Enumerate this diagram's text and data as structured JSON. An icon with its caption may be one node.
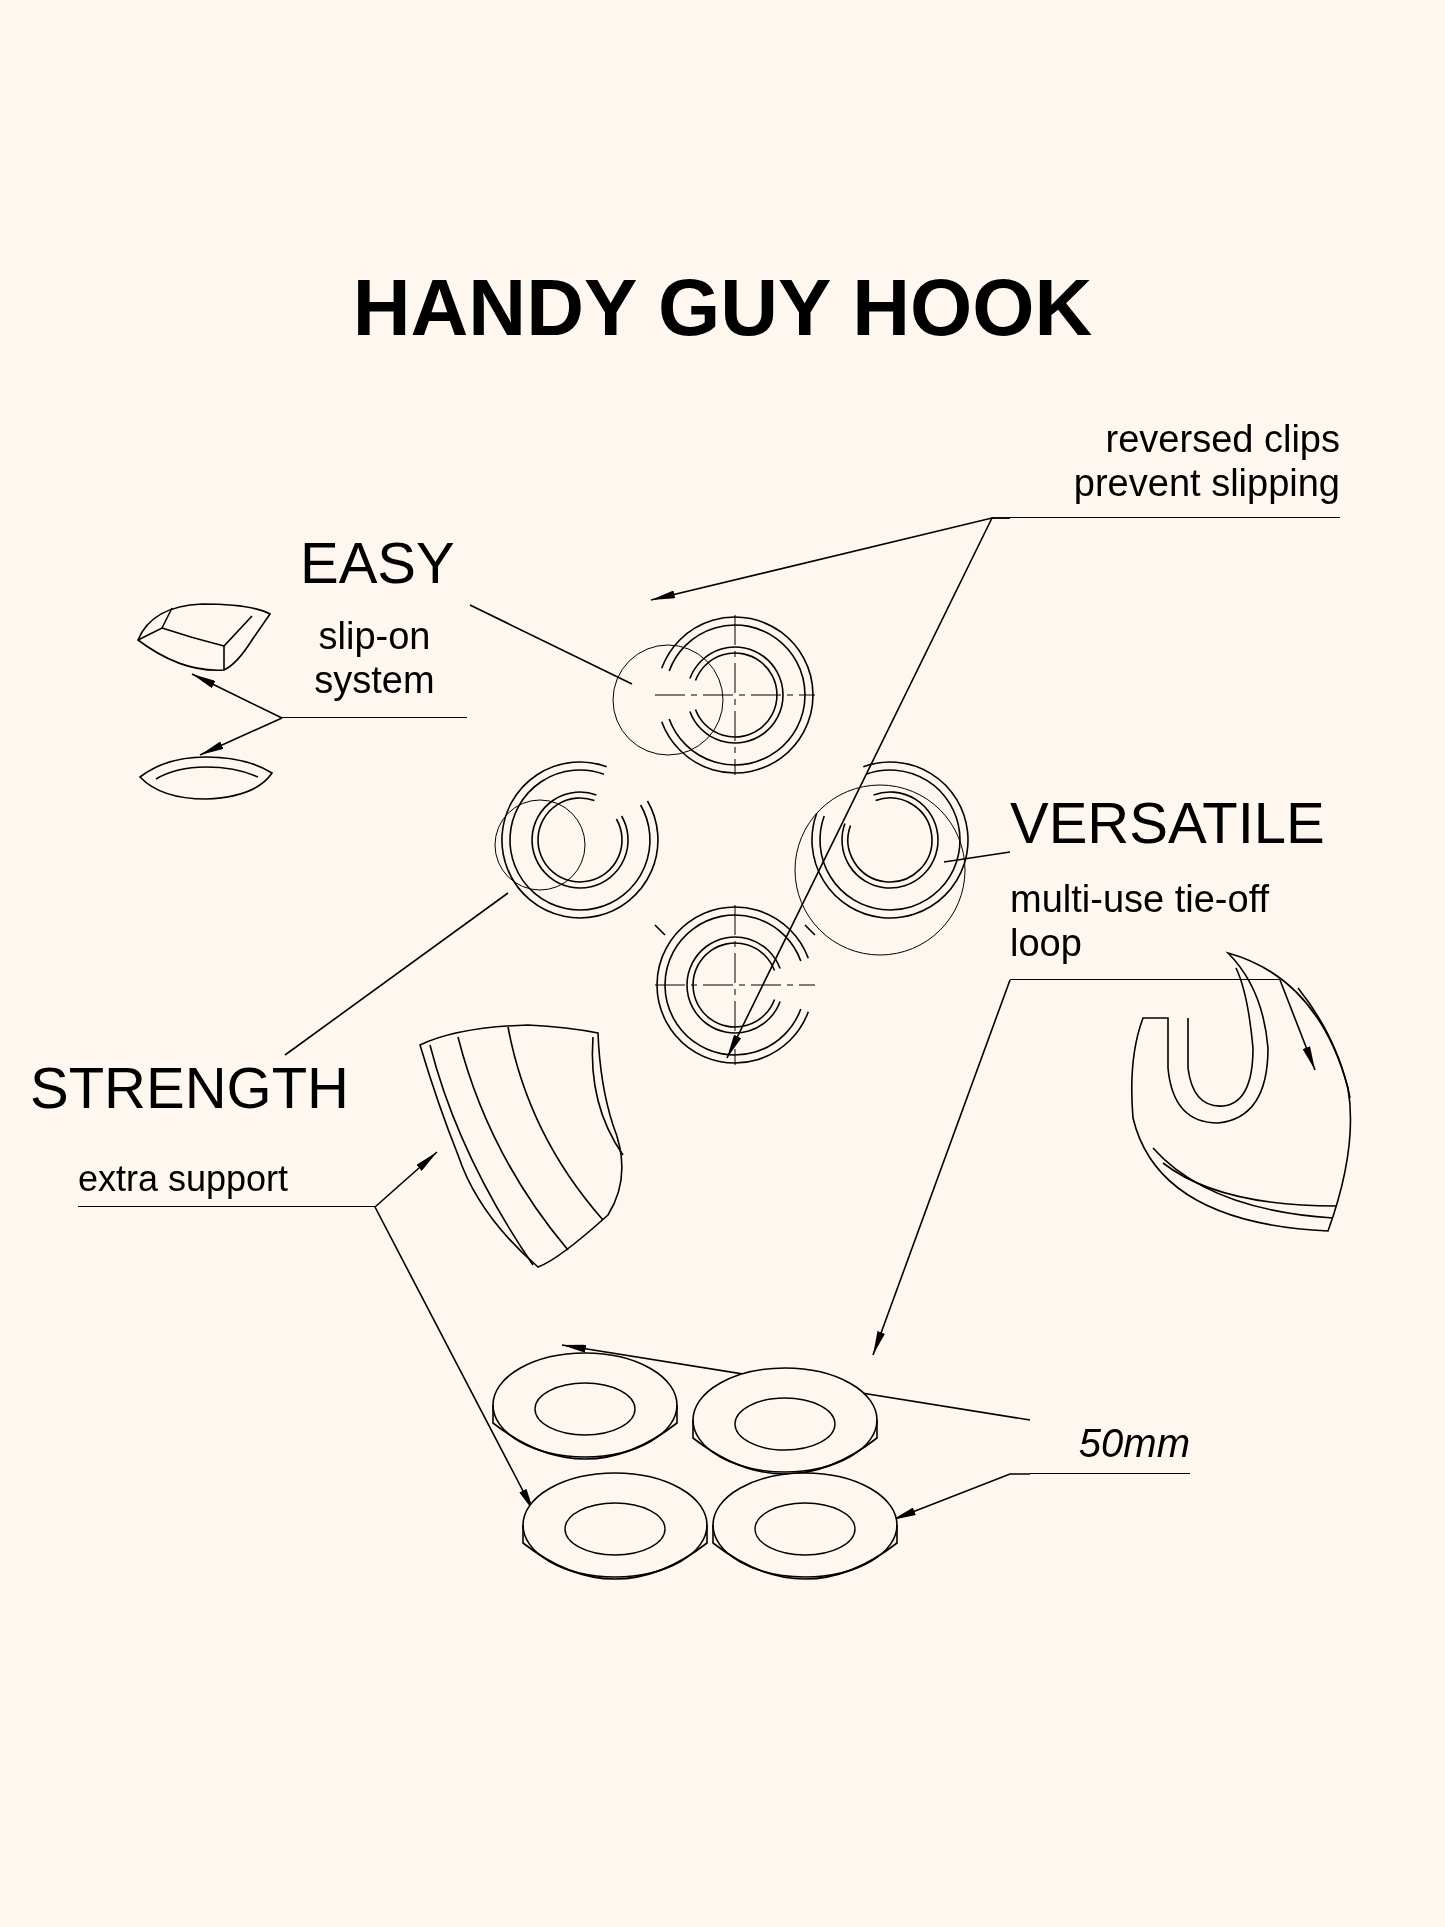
{
  "diagram": {
    "title": "HANDY GUY HOOK",
    "nodes": [
      {
        "text": [
          "reversed clips prevent slipping"
        ]
      },
      {
        "text": [
          "EASY"
        ]
      },
      {
        "text": [
          "slip-on system"
        ]
      },
      {
        "text": [],
        "shape": "picture"
      },
      {
        "text": [],
        "shape": "picture"
      },
      {
        "text": [],
        "shape": "picture"
      },
      {
        "text": [
          "VERSATILE"
        ]
      },
      {
        "text": [
          "multi-use tie-off loop"
        ]
      },
      {
        "text": [],
        "shape": "picture"
      },
      {
        "text": [
          "STRENGTH"
        ]
      },
      {
        "text": [
          "extra support"
        ]
      },
      {
        "text": [],
        "shape": "picture"
      },
      {
        "text": [],
        "shape": "picture"
      },
      {
        "text": [
          "50mm"
        ]
      }
    ],
    "edges": [
      {
        "from": 0,
        "to": 5,
        "arrow": "to"
      },
      {
        "from": 0,
        "to": 5,
        "arrow": "to"
      },
      {
        "from": 1,
        "to": 5,
        "arrow": "none"
      },
      {
        "from": 2,
        "to": 3,
        "arrow": "to"
      },
      {
        "from": 2,
        "to": 4,
        "arrow": "to"
      },
      {
        "from": 6,
        "to": 5,
        "arrow": "none"
      },
      {
        "from": 7,
        "to": 12,
        "arrow": "to"
      },
      {
        "from": 7,
        "to": 8,
        "arrow": "to"
      },
      {
        "from": 9,
        "to": 5,
        "arrow": "none"
      },
      {
        "from": 10,
        "to": 11,
        "arrow": "to"
      },
      {
        "from": 10,
        "to": 12,
        "arrow": "to"
      },
      {
        "from": 13,
        "to": 12,
        "arrow": "to"
      },
      {
        "from": 13,
        "to": 12,
        "arrow": "to"
      }
    ]
  }
}
